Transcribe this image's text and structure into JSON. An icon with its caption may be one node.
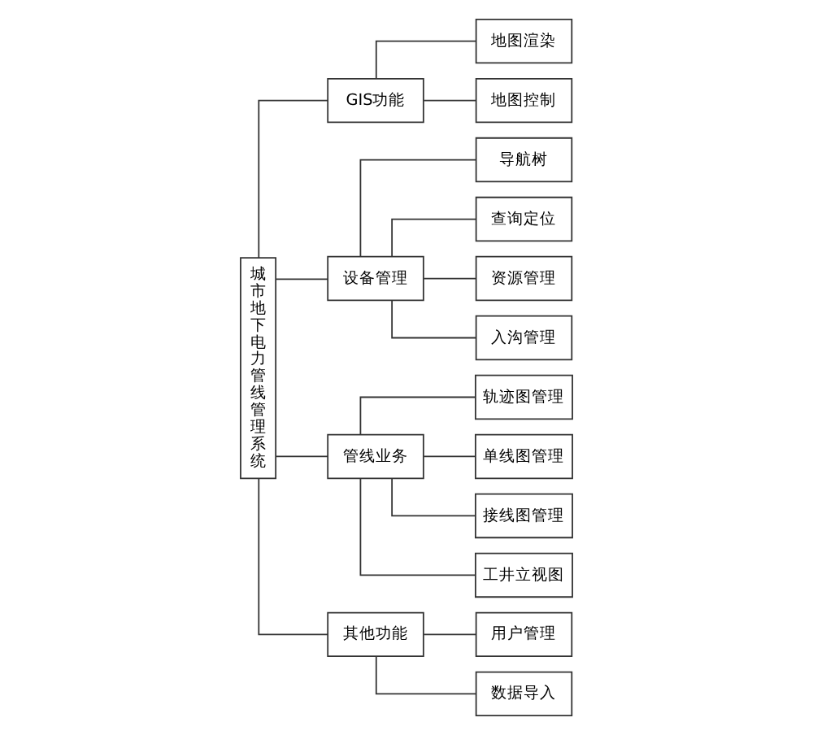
{
  "diagram": {
    "nodes": [
      {
        "text": [
          "城市地下电力管线管理系统"
        ]
      },
      {
        "text": [
          "GIS功能"
        ]
      },
      {
        "text": [
          "设备管理"
        ]
      },
      {
        "text": [
          "管线业务"
        ]
      },
      {
        "text": [
          "其他功能"
        ]
      },
      {
        "text": [
          "地图渲染"
        ]
      },
      {
        "text": [
          "地图控制"
        ]
      },
      {
        "text": [
          "导航树"
        ]
      },
      {
        "text": [
          "查询定位"
        ]
      },
      {
        "text": [
          "资源管理"
        ]
      },
      {
        "text": [
          "入沟管理"
        ]
      },
      {
        "text": [
          "轨迹图管理"
        ]
      },
      {
        "text": [
          "单线图管理"
        ]
      },
      {
        "text": [
          "接线图管理"
        ]
      },
      {
        "text": [
          "工井立视图"
        ]
      },
      {
        "text": [
          "用户管理"
        ]
      },
      {
        "text": [
          "数据导入"
        ]
      }
    ],
    "edges": [
      {
        "from": 0,
        "to": 1,
        "arrow": "none"
      },
      {
        "from": 0,
        "to": 2,
        "arrow": "none"
      },
      {
        "from": 0,
        "to": 3,
        "arrow": "none"
      },
      {
        "from": 0,
        "to": 4,
        "arrow": "none"
      },
      {
        "from": 1,
        "to": 5,
        "arrow": "none"
      },
      {
        "from": 1,
        "to": 6,
        "arrow": "none"
      },
      {
        "from": 2,
        "to": 7,
        "arrow": "none"
      },
      {
        "from": 2,
        "to": 8,
        "arrow": "none"
      },
      {
        "from": 2,
        "to": 9,
        "arrow": "none"
      },
      {
        "from": 2,
        "to": 10,
        "arrow": "none"
      },
      {
        "from": 3,
        "to": 11,
        "arrow": "none"
      },
      {
        "from": 3,
        "to": 12,
        "arrow": "none"
      },
      {
        "from": 3,
        "to": 13,
        "arrow": "none"
      },
      {
        "from": 3,
        "to": 14,
        "arrow": "none"
      },
      {
        "from": 4,
        "to": 15,
        "arrow": "none"
      },
      {
        "from": 4,
        "to": 16,
        "arrow": "none"
      }
    ]
  }
}
